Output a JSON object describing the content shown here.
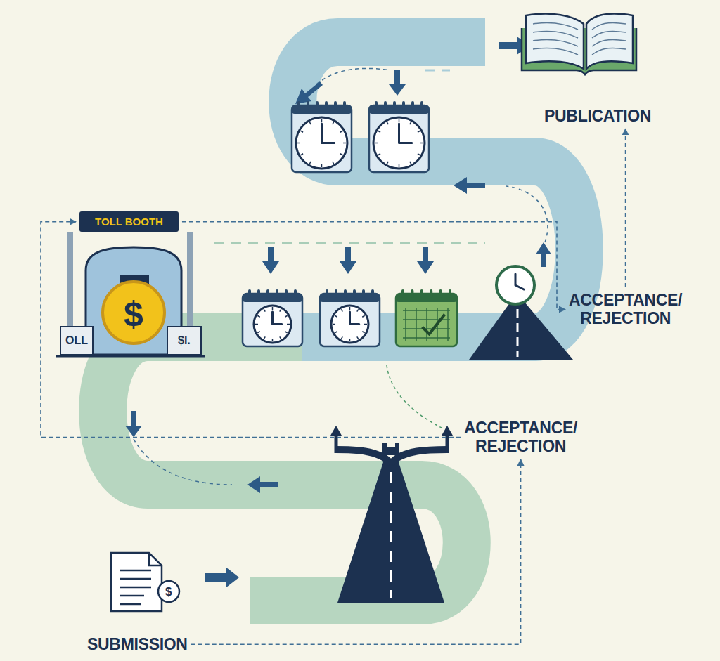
{
  "diagram": {
    "nodes": [
      {
        "text": [
          "SUBMISSION"
        ]
      },
      {
        "text": [
          "ACCEPTANCE/ REJECTION"
        ]
      },
      {
        "text": [
          "TOLL BOOTH"
        ]
      },
      {
        "text": [
          "ACCEPTANCE/ REJECTION"
        ]
      },
      {
        "text": [
          "PUBLICATION"
        ]
      }
    ],
    "edges": [
      {
        "from": 0,
        "to": 1,
        "arrow": "to"
      },
      {
        "from": 1,
        "to": 2,
        "arrow": "to"
      },
      {
        "from": 2,
        "to": 3,
        "arrow": "to"
      },
      {
        "from": 3,
        "to": 4,
        "arrow": "to"
      }
    ],
    "labels": [
      "OLL",
      "$I.",
      "$",
      "$"
    ]
  }
}
